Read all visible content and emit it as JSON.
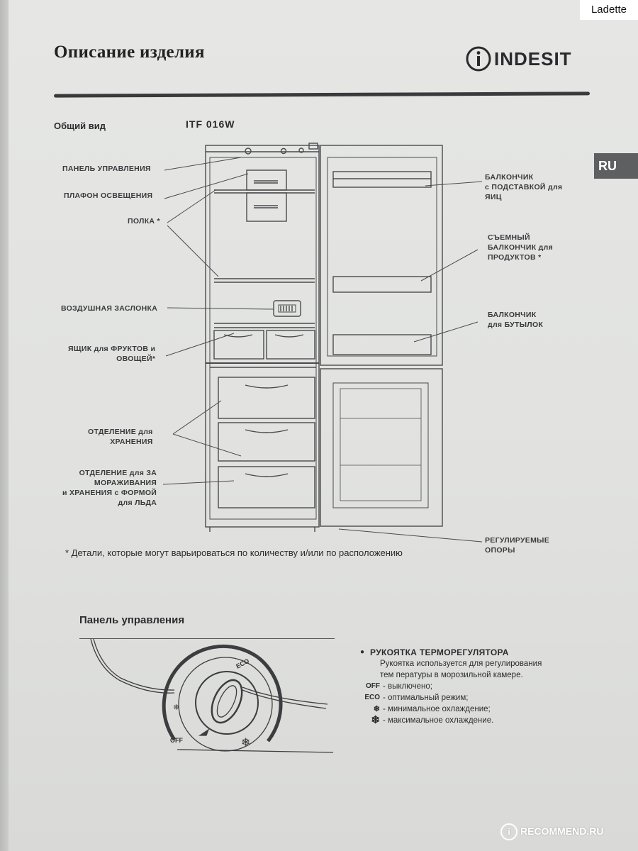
{
  "watermark_top": "Ladette",
  "page_title": "Описание изделия",
  "brand": "INDESIT",
  "lang_tab": "RU",
  "general_view": {
    "label": "Общий вид",
    "model": "ITF 016W"
  },
  "left_labels": [
    [
      "ПАНЕЛЬ УПРАВЛЕНИЯ"
    ],
    [
      "ПЛАФОН ОСВЕЩЕНИЯ"
    ],
    [
      "ПОЛКА *"
    ],
    [
      "ВОЗДУШНАЯ ЗАСЛОНКА"
    ],
    [
      "ЯЩИК для ФРУКТОВ и",
      "ОВОЩЕЙ*"
    ],
    [
      "ОТДЕЛЕНИЕ для",
      "ХРАНЕНИЯ"
    ],
    [
      "ОТДЕЛЕНИЕ для ЗА",
      "МОРАЖИВАНИЯ",
      "и ХРАНЕНИЯ с ФОРМОЙ",
      "для ЛЬДА"
    ]
  ],
  "right_labels": [
    [
      "БАЛКОНЧИК",
      "с ПОДСТАВКОЙ для",
      "ЯИЦ"
    ],
    [
      "СЪЕМНЫЙ",
      "БАЛКОНЧИК для",
      "ПРОДУКТОВ *"
    ],
    [
      "БАЛКОНЧИК",
      "для БУТЫЛОК"
    ],
    [
      "РЕГУЛИРУЕМЫЕ",
      "ОПОРЫ"
    ]
  ],
  "footnote": "* Детали, которые могут варьироваться по количеству и/или по расположению",
  "control_panel": {
    "title": "Панель управления",
    "dial_eco": "ECO",
    "dial_off": "OFF",
    "legend_heading": "РУКОЯТКА ТЕРМОРЕГУЛЯТОРА",
    "legend_desc": [
      "Рукоятка используется для регулирования",
      "тем пературы в морозильной камере."
    ],
    "items": [
      {
        "code": "OFF",
        "icon": "",
        "text": "- выключено;"
      },
      {
        "code": "ECO",
        "icon": "",
        "text": "- оптимальный режим;"
      },
      {
        "code": "",
        "icon": "snowflake-small-icon",
        "text": "- минимальное охлаждение;"
      },
      {
        "code": "",
        "icon": "snowflake-large-icon",
        "text": "- максимальное охлаждение."
      }
    ]
  },
  "watermark_bottom": "RECOMMEND.RU"
}
